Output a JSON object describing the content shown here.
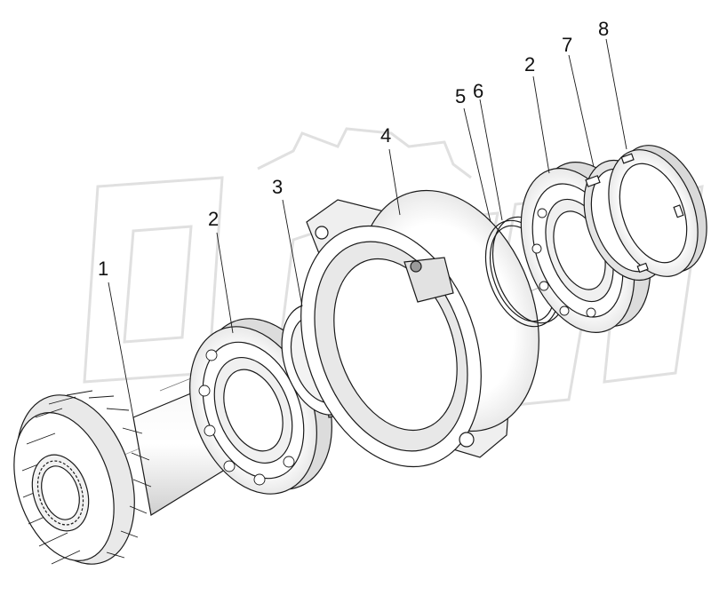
{
  "diagram": {
    "type": "exploded-assembly",
    "callouts": [
      {
        "id": "c1",
        "text": "1"
      },
      {
        "id": "c2a",
        "text": "2"
      },
      {
        "id": "c3",
        "text": "3"
      },
      {
        "id": "c4",
        "text": "4"
      },
      {
        "id": "c5",
        "text": "5"
      },
      {
        "id": "c6",
        "text": "6"
      },
      {
        "id": "c2b",
        "text": "2"
      },
      {
        "id": "c7",
        "text": "7"
      },
      {
        "id": "c8",
        "text": "8"
      }
    ],
    "parts": [
      {
        "callout": "1",
        "icon": "bevel-gear-shaft-icon"
      },
      {
        "callout": "2",
        "icon": "ball-bearing-icon"
      },
      {
        "callout": "3",
        "icon": "spacer-sleeve-icon"
      },
      {
        "callout": "4",
        "icon": "bearing-housing-icon"
      },
      {
        "callout": "5",
        "icon": "shim-ring-icon"
      },
      {
        "callout": "6",
        "icon": "shim-ring-icon"
      },
      {
        "callout": "7",
        "icon": "lock-washer-icon"
      },
      {
        "callout": "8",
        "icon": "slotted-nut-icon"
      }
    ],
    "watermark_icon": "oriw-logo-watermark",
    "colors": {
      "line": "#1a1a1a",
      "fill": "#ffffff",
      "shade": "#d4d4d4",
      "watermark": "#e4e4e4"
    }
  }
}
